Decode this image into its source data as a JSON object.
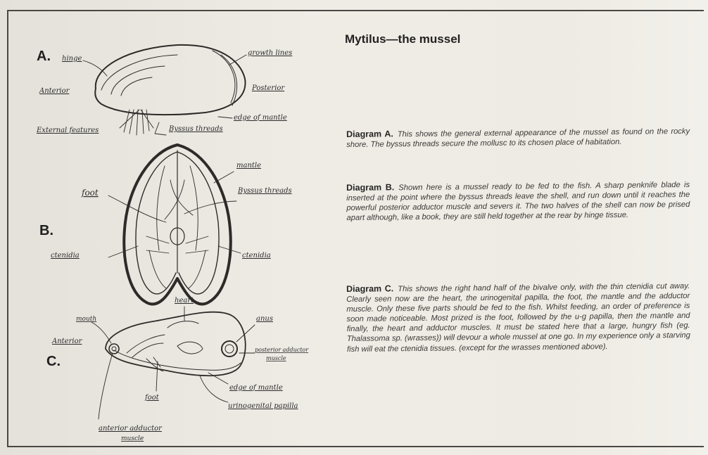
{
  "heading": "Mytilus—the mussel",
  "paragraphs": {
    "a": {
      "label": "Diagram A.",
      "text": "This shows the general external appearance of the mussel as found on the rocky shore. The byssus threads secure the mollusc to its chosen place of habitation."
    },
    "b": {
      "label": "Diagram B.",
      "text": "Shown here is a mussel ready to be fed to the fish. A sharp penknife blade is inserted at the point where the byssus threads leave the shell, and run down until it reaches the powerful posterior adductor muscle and severs it. The two halves of the shell can now be prised apart although, like a book, they are still held together at the rear by hinge tissue."
    },
    "c": {
      "label": "Diagram C.",
      "text": "This shows the right hand half of the bivalve only, with the thin ctenidia cut away. Clearly seen now are the heart, the urinogenital papilla, the foot, the mantle and the adductor muscle. Only these five parts should be fed to the fish. Whilst feeding, an order of preference is soon made noticeable. Most prized is the foot, followed by the u-g papilla, then the mantle and finally, the heart and adductor muscles. It must be stated here that a large, hungry fish (eg. Thalassoma sp. (wrasses)) will devour a whole mussel at one go. In my experience only a starving fish will eat the ctenidia tissues. (except for the wrasses mentioned above)."
    }
  },
  "diagrams": {
    "a": {
      "letter": "A.",
      "labels": {
        "hinge": "hinge",
        "growth_lines": "growth lines",
        "anterior": "Anterior",
        "posterior": "Posterior",
        "edge_of_mantle": "edge of mantle",
        "external_features": "External features",
        "byssus_threads": "Byssus threads"
      }
    },
    "b": {
      "letter": "B.",
      "labels": {
        "mantle": "mantle",
        "foot": "foot",
        "byssus_threads": "Byssus threads",
        "ctenidia_left": "ctenidia",
        "ctenidia_right": "ctenidia"
      }
    },
    "c": {
      "letter": "C.",
      "labels": {
        "heart": "heart",
        "mouth": "mouth",
        "anterior": "Anterior",
        "anus": "anus",
        "posterior_adductor": "posterior adductor",
        "posterior_adductor_2": "muscle",
        "foot": "foot",
        "edge_of_mantle": "edge of mantle",
        "urinogenital_papilla": "urinogenital papilla",
        "anterior_adductor": "anterior adductor",
        "anterior_adductor_2": "muscle"
      }
    }
  }
}
